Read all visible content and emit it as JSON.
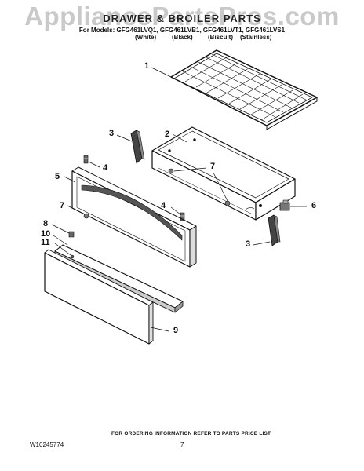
{
  "watermark": "AppliancePartsPros.com",
  "header": {
    "title": "DRAWER & BROILER PARTS",
    "models_line": "For Models: GFG461LVQ1, GFG461LVB1, GFG461LVT1, GFG461LVS1",
    "colors": [
      "(White)",
      "(Black)",
      "(Biscuit)",
      "(Stainless)"
    ]
  },
  "callouts": {
    "c1": "1",
    "c2": "2",
    "c3a": "3",
    "c3b": "3",
    "c4a": "4",
    "c4b": "4",
    "c5": "5",
    "c6": "6",
    "c7a": "7",
    "c7b": "7",
    "c8": "8",
    "c9": "9",
    "c10": "10",
    "c11": "11"
  },
  "footer": {
    "note": "FOR ORDERING INFORMATION REFER TO PARTS PRICE LIST",
    "doc_id": "W10245774",
    "page": "7"
  }
}
